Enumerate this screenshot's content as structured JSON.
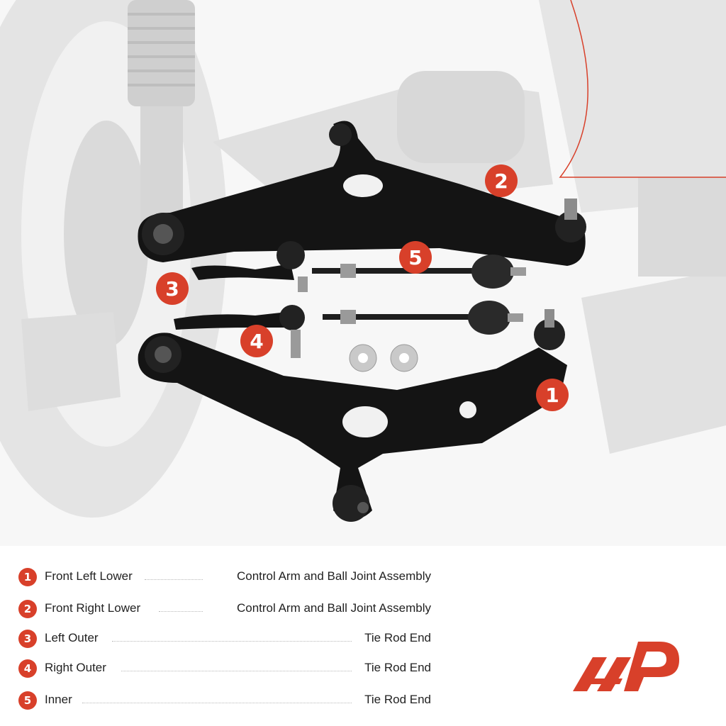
{
  "colors": {
    "accent": "#d8402a",
    "part": "#141414",
    "background_scene": "#d9d9d9"
  },
  "callouts": [
    "1",
    "2",
    "3",
    "4",
    "5"
  ],
  "legend": [
    {
      "num": "1",
      "label": "Front Left Lower",
      "desc": "Control Arm and Ball Joint Assembly"
    },
    {
      "num": "2",
      "label": "Front Right Lower",
      "desc": "Control Arm and Ball Joint Assembly"
    },
    {
      "num": "3",
      "label": "Left Outer",
      "desc": "Tie Rod End"
    },
    {
      "num": "4",
      "label": "Right Outer",
      "desc": "Tie Rod End"
    },
    {
      "num": "5",
      "label": "Inner",
      "desc": "Tie Rod End"
    }
  ],
  "logo": {
    "icon": "a-premium-logo-icon"
  }
}
